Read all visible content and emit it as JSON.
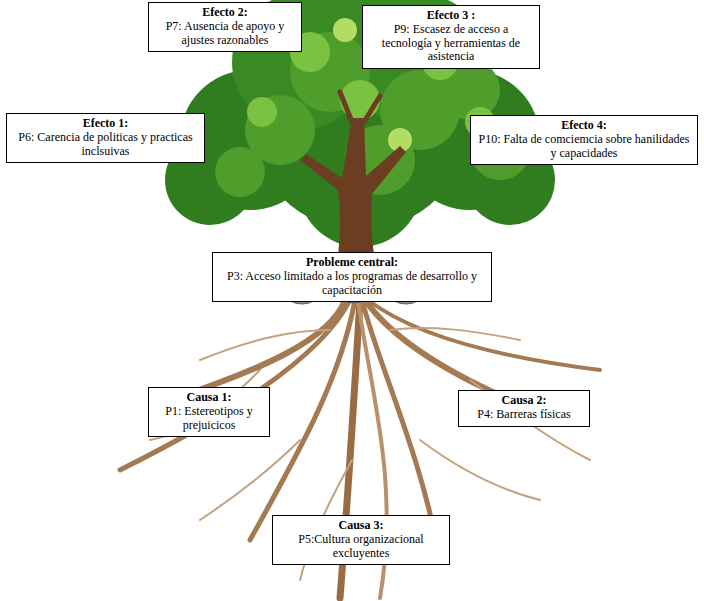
{
  "diagram": {
    "nodes": [
      {
        "text": [
          "Efecto 2:",
          "P7: Ausencia de apoyo y ajustes razonables"
        ]
      },
      {
        "text": [
          "Efecto 3 :",
          "P9: Escasez de acceso a tecnología y herramientas de asistencia"
        ]
      },
      {
        "text": [
          "Efecto 1:",
          "P6: Carencia de politicas y practicas inclsuivas"
        ]
      },
      {
        "text": [
          "Efecto 4:",
          "P10: Falta de comciemcia sobre hanilidades y capacidades"
        ]
      },
      {
        "text": [
          "Probleme central:",
          "P3: Acceso limitado a los programas de desarrollo y capacitación"
        ]
      },
      {
        "text": [
          "Causa 1:",
          "P1: Estereotipos y prejuicicos"
        ]
      },
      {
        "text": [
          "Causa 2:",
          "P4: Barreras físicas"
        ]
      },
      {
        "text": [
          "Causa 3:",
          "P5:Cultura organizacional excluyentes"
        ]
      }
    ]
  }
}
